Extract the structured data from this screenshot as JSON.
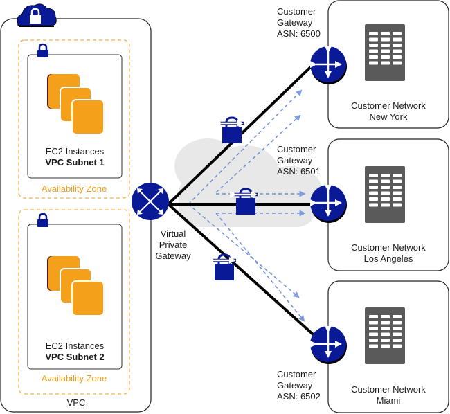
{
  "vpc": {
    "label": "VPC",
    "subnets": [
      {
        "name": "EC2 Instances",
        "subnet": "VPC Subnet 1",
        "zone": "Availability Zone"
      },
      {
        "name": "EC2 Instances",
        "subnet": "VPC Subnet 2",
        "zone": "Availability Zone"
      }
    ]
  },
  "vpg": {
    "line1": "Virtual",
    "line2": "Private",
    "line3": "Gateway"
  },
  "customers": [
    {
      "gw1": "Customer",
      "gw2": "Gateway",
      "asn": "ASN: 6500",
      "net1": "Customer Network",
      "net2": "New York"
    },
    {
      "gw1": "Customer",
      "gw2": "Gateway",
      "asn": "ASN: 6501",
      "net1": "Customer Network",
      "net2": "Los Angeles"
    },
    {
      "gw1": "Customer",
      "gw2": "Gateway",
      "asn": "ASN: 6502",
      "net1": "Customer Network",
      "net2": "Miami"
    }
  ],
  "colors": {
    "navy": "#0a1a96",
    "orange": "#f5a01a",
    "orange_dark": "#5a1a0a",
    "dash_blue": "#6f8fd8",
    "cloud_gray": "#e6e6e6",
    "building": "#5a5a5a"
  }
}
